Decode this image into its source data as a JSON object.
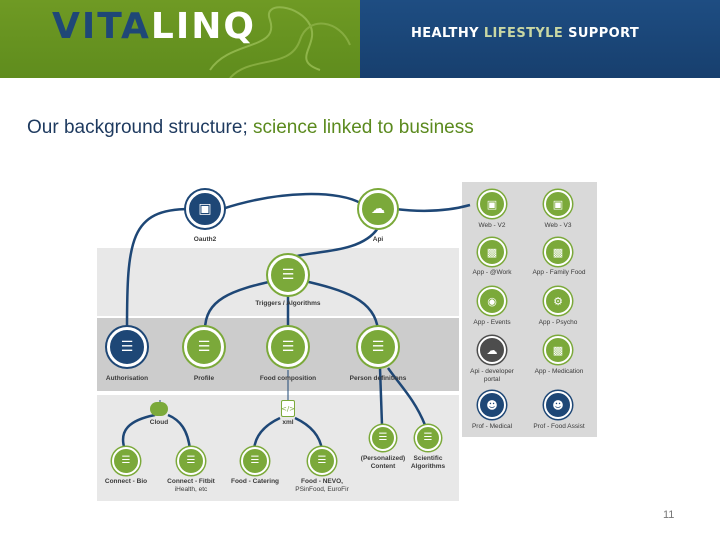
{
  "header": {
    "logo_part1": "VITA",
    "logo_part2": "LINQ",
    "tagline_part1": "HEALTHY ",
    "tagline_part2": "LIFESTYLE ",
    "tagline_part3": "SUPPORT"
  },
  "title": {
    "part1": "Our background structure; ",
    "part2": "science linked to business"
  },
  "nodes": {
    "oauth": "Oauth2",
    "api": "Api",
    "triggers": "Triggers / Algorithms",
    "authorisation": "Authorisation",
    "profile": "Profile",
    "food_composition": "Food composition",
    "person_definitions": "Person definitions",
    "cloud": "Cloud",
    "xml": "xml",
    "personalized": "(Personalized) Content",
    "scientific": "Scientific Algorithms",
    "connect_bio": "Connect - Bio",
    "connect_fitbit": "Connect - Fitbit",
    "connect_fitbit_sub": "iHealth, etc",
    "food_catering": "Food - Catering",
    "food_nevo": "Food - NEVO,",
    "food_nevo_sub": "PSinFood, EuroFir"
  },
  "apps": {
    "web_v2": "Web - V2",
    "web_v3": "Web - V3",
    "app_atwork": "App - @Work",
    "app_family": "App - Family Food",
    "app_events": "App - Events",
    "app_psycho": "App - Psycho",
    "api_dev": "Api - developer",
    "api_dev_sub": "portal",
    "app_medication": "App - Medication",
    "prof_medical": "Prof - Medical",
    "prof_foodassist": "Prof - Food Assist"
  },
  "page_number": "11",
  "colors": {
    "green": "#7ba93a",
    "navy": "#1e4776",
    "dark": "#4d4d4d",
    "connector": "#1e4776"
  }
}
